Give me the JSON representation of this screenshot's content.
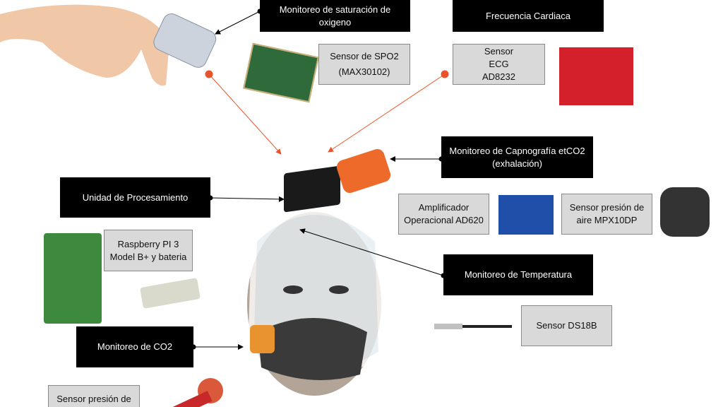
{
  "labels": {
    "spo2_monitor": [
      "Monitoreo de saturación de",
      "oxigeno"
    ],
    "heart_rate": "Frecuencia Cardiaca",
    "spo2_sensor": [
      "Sensor de SPO2",
      "(MAX30102)"
    ],
    "ecg_sensor": [
      "Sensor",
      "ECG",
      "AD8232"
    ],
    "capnography": [
      "Monitoreo de Capnografía  etCO2",
      "(exhalación)"
    ],
    "processing_unit": "Unidad de Procesamiento",
    "amplifier": [
      "Amplificador",
      "Operacional AD620"
    ],
    "air_pressure": [
      "Sensor presión de",
      "aire MPX10DP"
    ],
    "raspberry": [
      "Raspberry PI 3",
      "Model B+ y bateria"
    ],
    "temperature": "Monitoreo de Temperatura",
    "ds18b": "Sensor DS18B",
    "co2_monitor": "Monitoreo de CO2",
    "pressure_sensor": "Sensor presión de"
  },
  "colors": {
    "accent_line": "#e8532c",
    "box_black": "#000000",
    "box_gray": "#d9d9d9"
  }
}
